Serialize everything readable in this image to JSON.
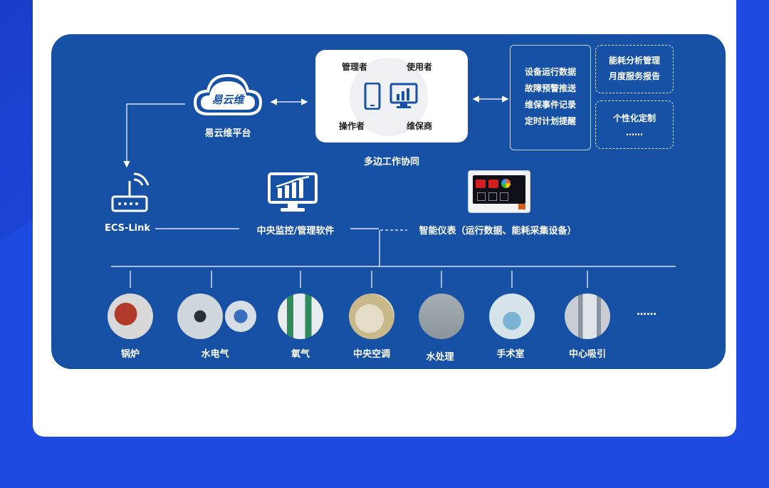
{
  "cloud": {
    "logo_text": "易云维",
    "label": "易云维平台"
  },
  "collab": {
    "roles": [
      "管理者",
      "使用者",
      "操作者",
      "维保商"
    ],
    "label": "多边工作协同"
  },
  "data_box": {
    "lines": [
      "设备运行数据",
      "故障预警推送",
      "维保事件记录",
      "定时计划提醒"
    ]
  },
  "extras": {
    "box1": [
      "能耗分析管理",
      "月度服务报告"
    ],
    "box2": [
      "个性化定制",
      "……"
    ]
  },
  "middle": {
    "ecs": "ECS-Link",
    "monitor": "中央监控/管理软件",
    "meter": "智能仪表（运行数据、能耗采集设备）"
  },
  "equipment": [
    "锅炉",
    "水电气",
    "氧气",
    "中央空调",
    "水处理",
    "手术室",
    "中心吸引"
  ],
  "more": "……",
  "colors": {
    "panel": "#1651a6",
    "page": "#1d4ae0",
    "card": "#ffffff"
  }
}
